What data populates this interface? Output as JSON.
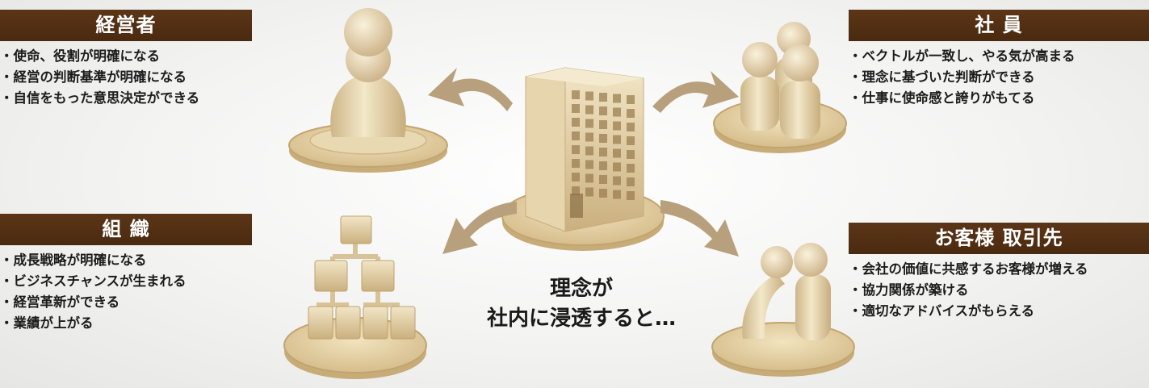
{
  "blocks": {
    "management": {
      "title": "経営者",
      "items": [
        "使命、役割が明確になる",
        "経営の判断基準が明確になる",
        "自信をもった意思決定ができる"
      ]
    },
    "employees": {
      "title": "社 員",
      "items": [
        "ベクトルが一致し、やる気が高まる",
        "理念に基づいた判断ができる",
        "仕事に使命感と誇りがもてる"
      ]
    },
    "organization": {
      "title": "組 織",
      "items": [
        "成長戦略が明確になる",
        "ビジネスチャンスが生まれる",
        "経営革新ができる",
        "業績が上がる"
      ]
    },
    "clients": {
      "title": "お客様 取引先",
      "items": [
        "会社の価値に共感するお客様が増える",
        "協力関係が築ける",
        "適切なアドバイスがもらえる"
      ]
    }
  },
  "center": {
    "line1": "理念が",
    "line2": "社内に浸透すると…"
  },
  "colors": {
    "header_bg": "#4f2e13",
    "wood_light": "#eee0bb",
    "wood_mid": "#d9c59a",
    "wood_dark": "#b89a66",
    "arrow": "#b9a27d"
  },
  "icons": [
    "person-figure-icon",
    "people-group-icon",
    "building-icon",
    "org-chart-icon",
    "two-people-bowing-icon",
    "curved-arrow-icon"
  ]
}
